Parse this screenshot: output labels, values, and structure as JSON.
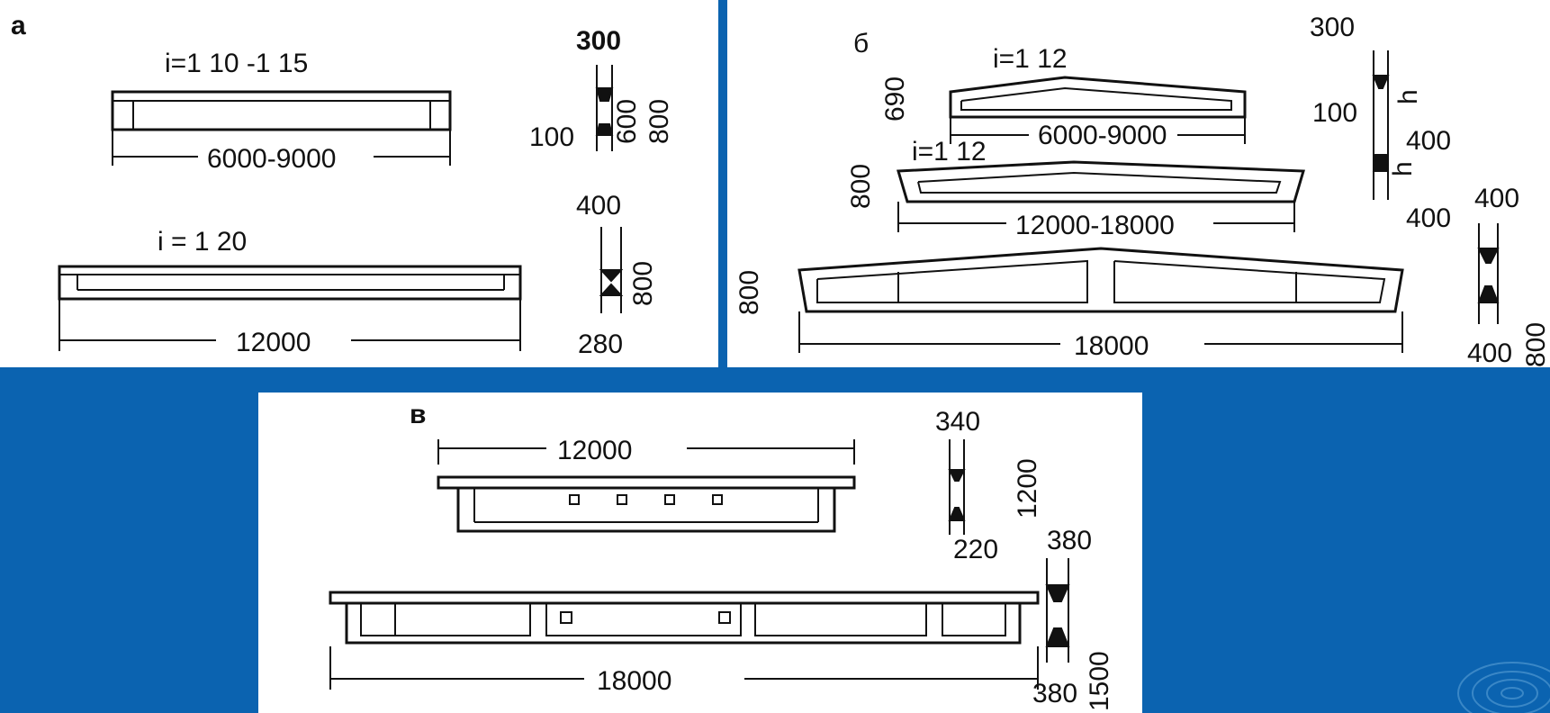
{
  "panels": {
    "a": {
      "label": "а",
      "beam1": {
        "slope": "i=1 10 -1 15",
        "span": "6000-9000"
      },
      "section1": {
        "top": "300",
        "left": "100",
        "dim1": "600",
        "dim2": "800"
      },
      "beam2": {
        "slope": "i = 1 20",
        "span": "12000"
      },
      "section2": {
        "top": "400",
        "dim": "800",
        "bottom": "280"
      }
    },
    "b": {
      "label": "б",
      "beam1": {
        "slope": "i=1 12",
        "height": "690",
        "span": "6000-9000"
      },
      "beam2": {
        "slope": "i=1 12",
        "height": "800",
        "span": "12000-18000"
      },
      "beam3": {
        "height": "800",
        "span": "18000"
      },
      "section1": {
        "top": "300",
        "left": "100",
        "dim_h1": "h",
        "mid": "400",
        "dim_h2": "h",
        "bottom": "400"
      },
      "section2": {
        "top": "400",
        "bottom": "400",
        "dim": "800"
      }
    },
    "v": {
      "label": "в",
      "beam1": {
        "span": "12000"
      },
      "beam2": {
        "span": "18000"
      },
      "section1": {
        "top": "340",
        "dim": "1200",
        "bottom": "220"
      },
      "section2": {
        "top": "380",
        "dim": "1500",
        "bottom": "380"
      }
    }
  },
  "colors": {
    "background": "#0b63b0",
    "panel": "#ffffff",
    "ink": "#111111"
  },
  "icons": {
    "corner": "ripple-logo-icon"
  }
}
